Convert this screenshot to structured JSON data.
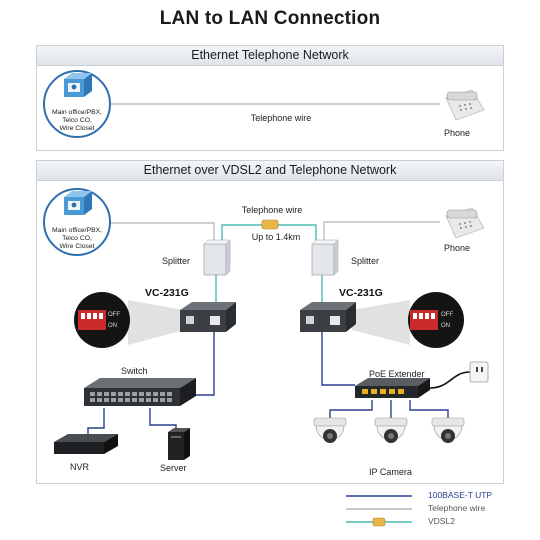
{
  "title": "LAN to LAN Connection",
  "top_panel": {
    "header": "Ethernet Telephone Network",
    "office_label": [
      "Main office/PBX,",
      "Telco CO,",
      "Wire Closet"
    ],
    "wire_label": "Telephone wire",
    "phone_label": "Phone"
  },
  "bottom_panel": {
    "header": "Ethernet over VDSL2 and Telephone Network",
    "office_label": [
      "Main office/PBX,",
      "Telco CO,",
      "Wire Closet"
    ],
    "wire_label": "Telephone wire",
    "distance_label": "Up to 1.4km",
    "phone_label": "Phone",
    "splitter_left": "Splitter",
    "splitter_right": "Splitter",
    "device_left": "VC-231G",
    "device_right": "VC-231G",
    "dip_off": "OFF",
    "dip_on": "ON",
    "switch_label": "Switch",
    "poe_label": "PoE Extender",
    "nvr_label": "NVR",
    "server_label": "Server",
    "camera_label": "IP Camera"
  },
  "legend": [
    {
      "label": "100BASE-T UTP",
      "color": "#2b3f8f"
    },
    {
      "label": "Telephone wire",
      "color": "#b5b5b5"
    },
    {
      "label": "VDSL2",
      "color": "#4fb9b3"
    }
  ]
}
